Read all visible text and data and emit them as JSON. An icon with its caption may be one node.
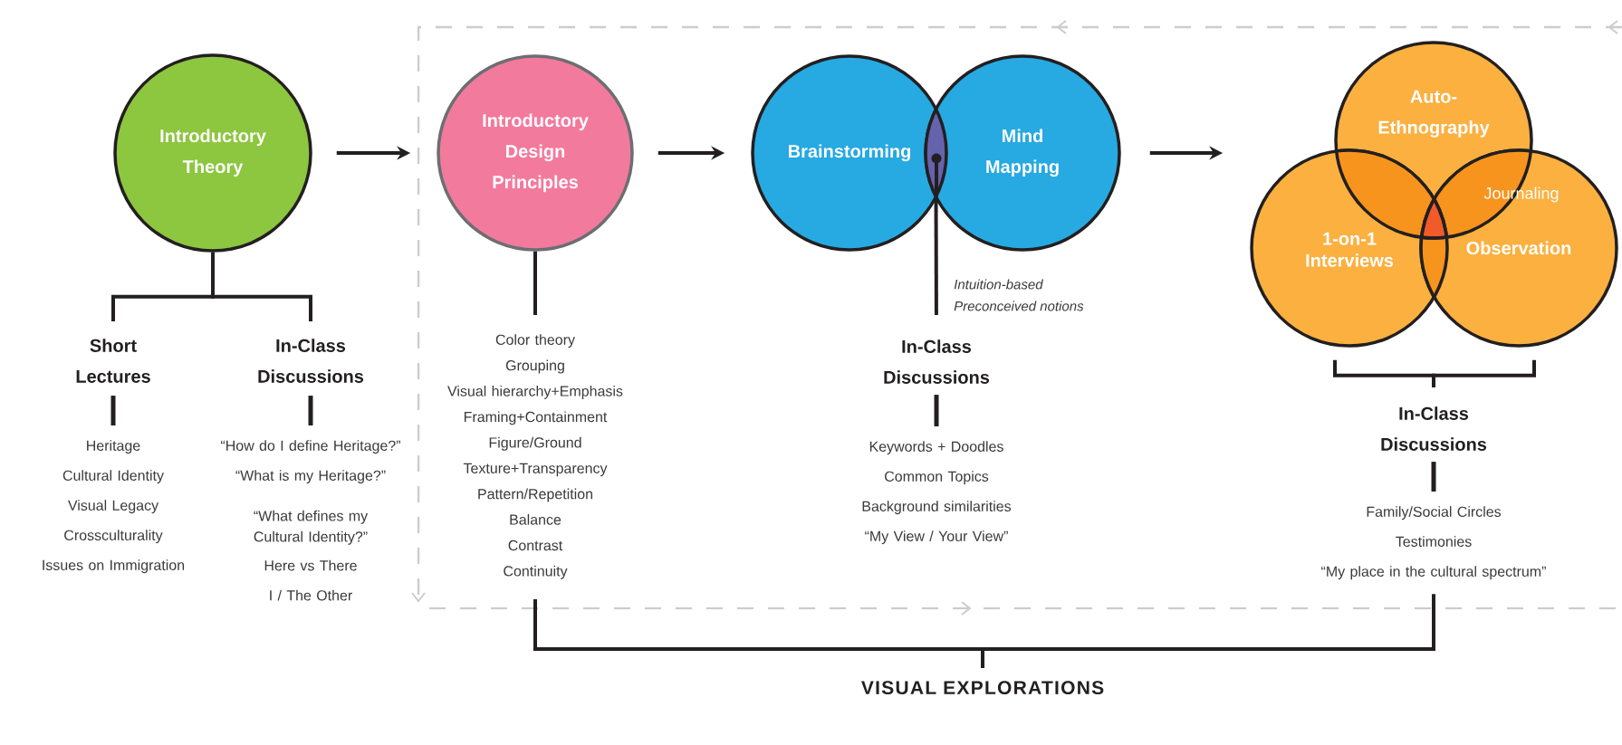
{
  "diagram": {
    "nodes": [
      {
        "text": [
          "Introductory Theory"
        ]
      },
      {
        "text": [
          "Short Lectures"
        ]
      },
      {
        "text": [
          "In-Class Discussions"
        ]
      },
      {
        "text": [
          "Heritage",
          "Cultural Identity",
          "Visual Legacy",
          "Crossculturality",
          "Issues on Immigration"
        ]
      },
      {
        "text": [
          "“How do I define Heritage?”",
          "“What is my Heritage?”",
          "“What defines my Cultural Identity?”",
          "Here vs There",
          "I / The Other"
        ]
      },
      {
        "text": [
          "Introductory Design Principles"
        ]
      },
      {
        "text": [
          "Color theory",
          "Grouping",
          "Visual hierarchy+Emphasis",
          "Framing+Containment",
          "Figure/Ground",
          "Texture+Transparency",
          "Pattern/Repetition",
          "Balance",
          "Contrast",
          "Continuity"
        ]
      },
      {
        "text": [
          "Brainstorming"
        ]
      },
      {
        "text": [
          "Mind Mapping"
        ]
      },
      {
        "text": [
          "In-Class Discussions"
        ]
      },
      {
        "text": [
          "Keywords + Doodles",
          "Common Topics",
          "Background similarities",
          "“My View / Your View”"
        ]
      },
      {
        "text": [
          "Auto-Ethnography"
        ]
      },
      {
        "text": [
          "1-on-1 Interviews"
        ]
      },
      {
        "text": [
          "Observation"
        ]
      },
      {
        "text": [
          "In-Class Discussions"
        ]
      },
      {
        "text": [
          "Family/Social Circles",
          "Testimonies",
          "“My place in the cultural spectrum”"
        ]
      },
      {
        "text": [
          "VISUAL EXPLORATIONS"
        ]
      }
    ],
    "edges": [
      {
        "from": 0,
        "to": 5,
        "arrow": "to"
      },
      {
        "from": 5,
        "to": 7,
        "arrow": "to"
      },
      {
        "from": 8,
        "to": 12,
        "arrow": "to"
      },
      {
        "from": 0,
        "to": 1,
        "arrow": "none"
      },
      {
        "from": 0,
        "to": 2,
        "arrow": "none"
      },
      {
        "from": 1,
        "to": 3,
        "arrow": "none"
      },
      {
        "from": 2,
        "to": 4,
        "arrow": "none"
      },
      {
        "from": 5,
        "to": 6,
        "arrow": "none"
      },
      {
        "from": 7,
        "to": 9,
        "arrow": "none"
      },
      {
        "from": 8,
        "to": 9,
        "arrow": "none"
      },
      {
        "from": 9,
        "to": 10,
        "arrow": "none"
      },
      {
        "from": 12,
        "to": 14,
        "arrow": "none"
      },
      {
        "from": 13,
        "to": 14,
        "arrow": "none"
      },
      {
        "from": 14,
        "to": 15,
        "arrow": "none"
      },
      {
        "from": 6,
        "to": 16,
        "arrow": "none"
      },
      {
        "from": 15,
        "to": 16,
        "arrow": "none"
      }
    ],
    "labels": [
      "Intuition-based",
      "Preconceived notions",
      "Journaling"
    ]
  }
}
